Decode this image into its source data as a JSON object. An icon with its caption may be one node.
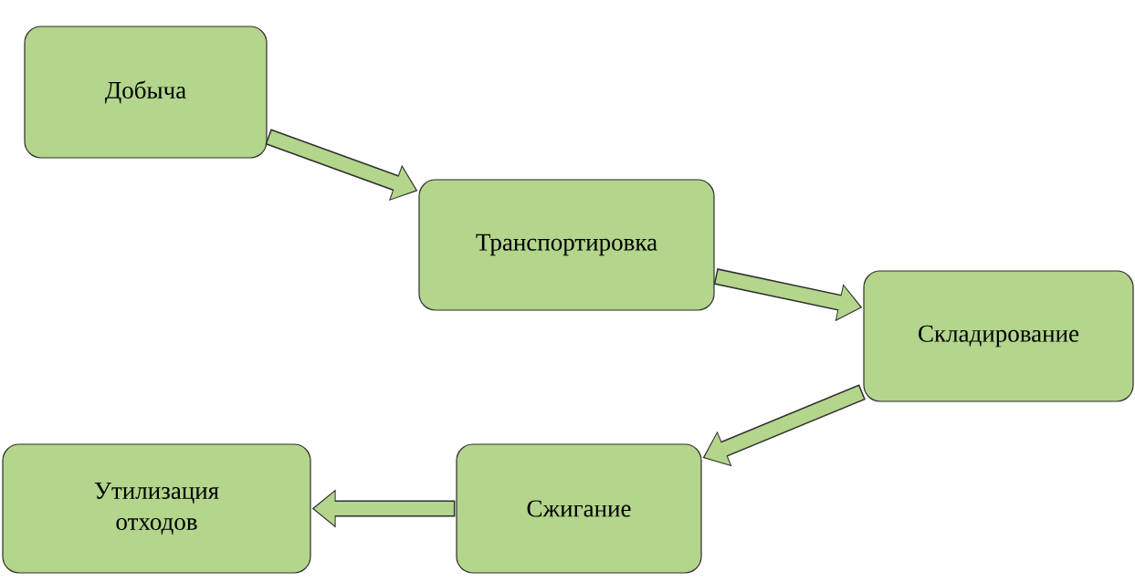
{
  "diagram": {
    "nodes": [
      {
        "text": [
          "Добыча"
        ]
      },
      {
        "text": [
          "Транспортировка"
        ]
      },
      {
        "text": [
          "Складирование"
        ]
      },
      {
        "text": [
          "Сжигание"
        ]
      },
      {
        "text": [
          "Утилизация отходов"
        ]
      }
    ],
    "edges": [
      {
        "from": 0,
        "to": 1,
        "arrow": "to"
      },
      {
        "from": 1,
        "to": 2,
        "arrow": "to"
      },
      {
        "from": 2,
        "to": 3,
        "arrow": "to"
      },
      {
        "from": 3,
        "to": 4,
        "arrow": "to"
      }
    ]
  }
}
